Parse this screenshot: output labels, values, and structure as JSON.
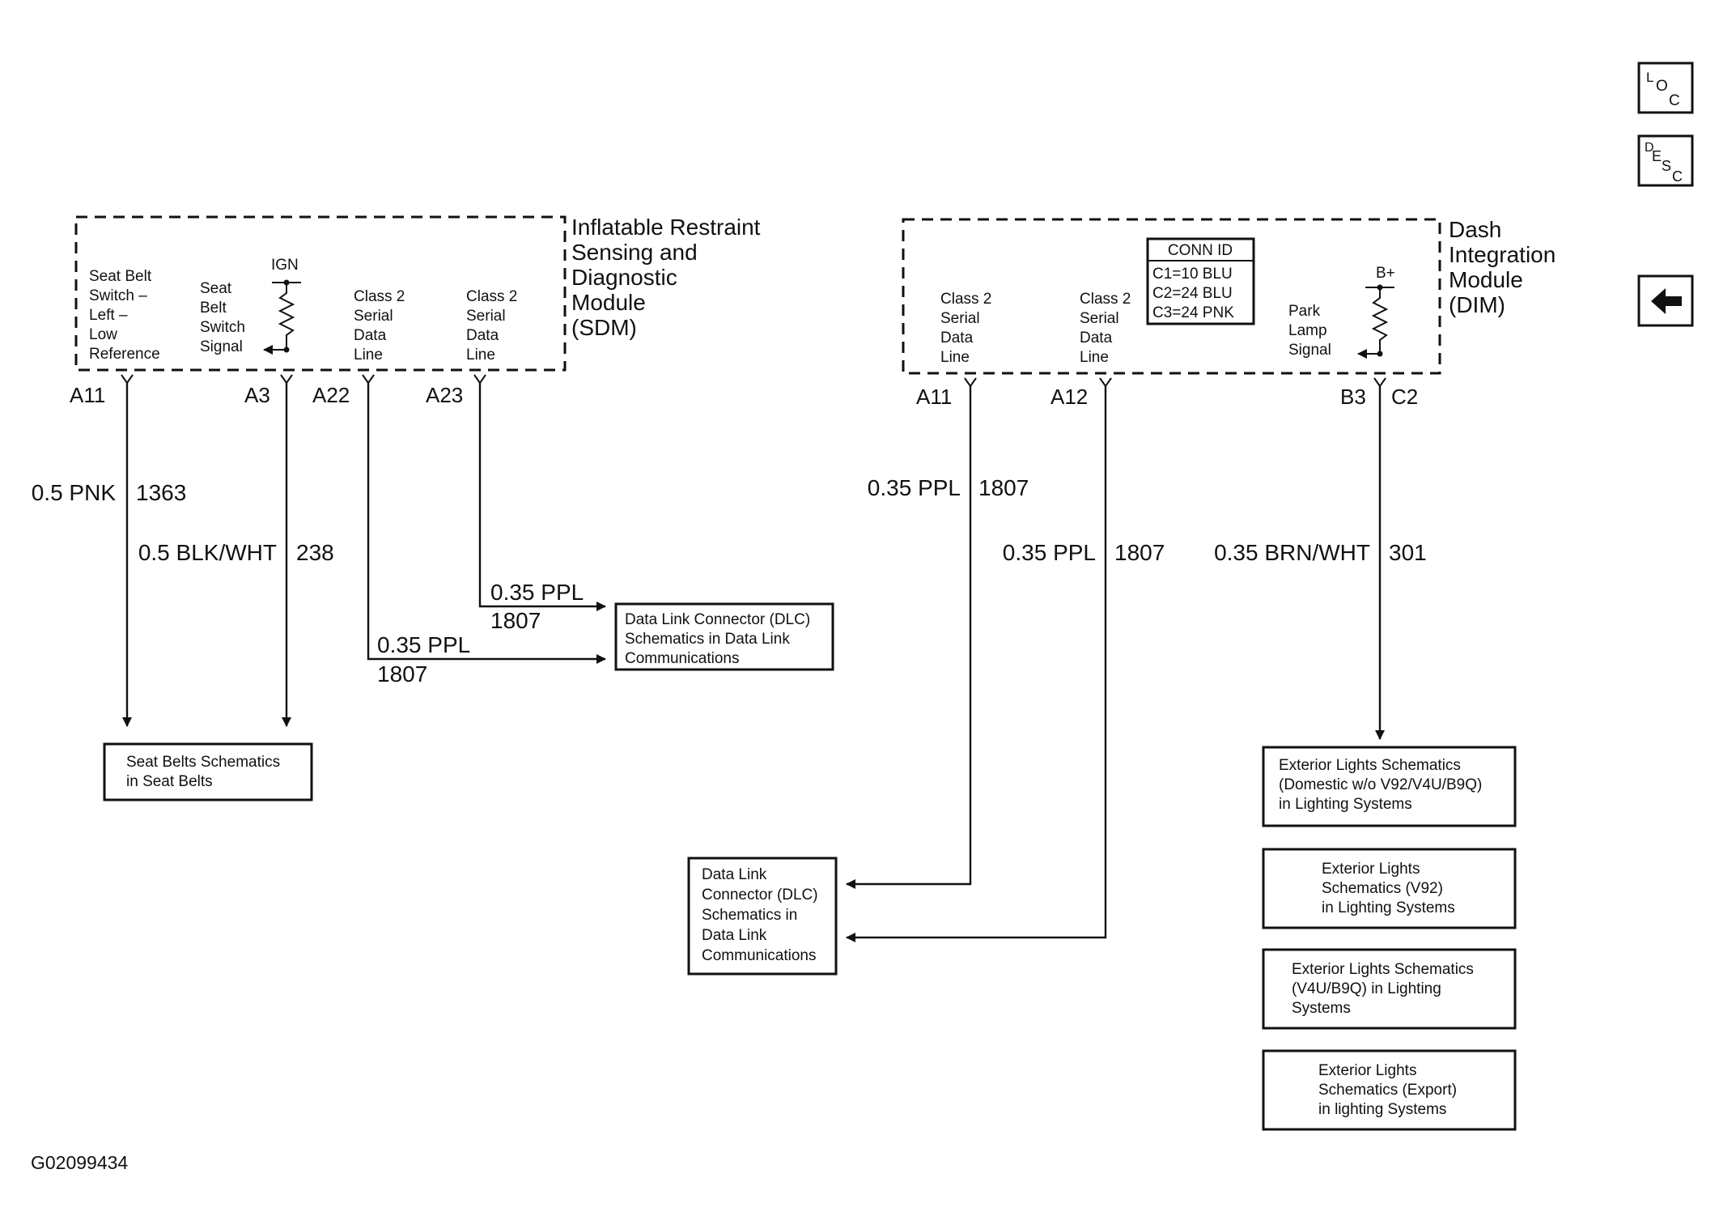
{
  "colors": {
    "ink": "#111111",
    "background": "#ffffff"
  },
  "side_buttons": {
    "loc": [
      "L",
      "O",
      "C"
    ],
    "desc": [
      "D",
      "E",
      "S",
      "C"
    ],
    "back_icon": "left-arrow-icon"
  },
  "sdm": {
    "title": [
      "Inflatable Restraint",
      "Sensing and",
      "Diagnostic",
      "Module",
      "(SDM)"
    ],
    "ign_label": "IGN",
    "seat_belt_switch_ref_label": [
      "Seat Belt",
      "Switch –",
      "Left –",
      "Low",
      "Reference"
    ],
    "seat_belt_switch_signal_label": [
      "Seat",
      "Belt",
      "Switch",
      "Signal"
    ],
    "class2_a22_label": [
      "Class 2",
      "Serial",
      "Data",
      "Line"
    ],
    "class2_a23_label": [
      "Class 2",
      "Serial",
      "Data",
      "Line"
    ],
    "pins": {
      "a11": "A11",
      "a3": "A3",
      "a22": "A22",
      "a23": "A23"
    }
  },
  "dim": {
    "title": [
      "Dash",
      "Integration",
      "Module",
      "(DIM)"
    ],
    "conn_id": {
      "header": "CONN ID",
      "rows": [
        "C1=10 BLU",
        "C2=24 BLU",
        "C3=24 PNK"
      ]
    },
    "b_plus_label": "B+",
    "class2_a11_label": [
      "Class 2",
      "Serial",
      "Data",
      "Line"
    ],
    "class2_a12_label": [
      "Class 2",
      "Serial",
      "Data",
      "Line"
    ],
    "park_lamp_label": [
      "Park",
      "Lamp",
      "Signal"
    ],
    "pins": {
      "a11": "A11",
      "a12": "A12",
      "b3": "B3",
      "c2": "C2"
    }
  },
  "wires": {
    "sdm_a11": {
      "color": "0.5 PNK",
      "circuit": "1363"
    },
    "sdm_a3": {
      "color": "0.5 BLK/WHT",
      "circuit": "238"
    },
    "sdm_a23": {
      "color": "0.35 PPL",
      "circuit": "1807"
    },
    "sdm_a22": {
      "color": "0.35 PPL",
      "circuit": "1807"
    },
    "dim_a11": {
      "color": "0.35 PPL",
      "circuit": "1807"
    },
    "dim_a12": {
      "color": "0.35 PPL",
      "circuit": "1807"
    },
    "dim_b3": {
      "color": "0.35 BRN/WHT",
      "circuit": "301"
    }
  },
  "reference_boxes": {
    "dlc_right": [
      "Data Link Connector (DLC)",
      "Schematics in Data Link",
      "Communications"
    ],
    "seat_belts": [
      "Seat Belts Schematics",
      "in Seat Belts"
    ],
    "dlc_bottom": [
      "Data Link",
      "Connector (DLC)",
      "Schematics in",
      "Data Link",
      "Communications"
    ],
    "ext_domestic": [
      "Exterior Lights Schematics",
      "(Domestic w/o V92/V4U/B9Q)",
      "in Lighting Systems"
    ],
    "ext_v92": [
      "Exterior Lights",
      "Schematics (V92)",
      "in Lighting Systems"
    ],
    "ext_v4u": [
      "Exterior Lights Schematics",
      "(V4U/B9Q) in Lighting",
      "Systems"
    ],
    "ext_export": [
      "Exterior Lights",
      "Schematics (Export)",
      "in lighting Systems"
    ]
  },
  "figure_id": "G02099434"
}
